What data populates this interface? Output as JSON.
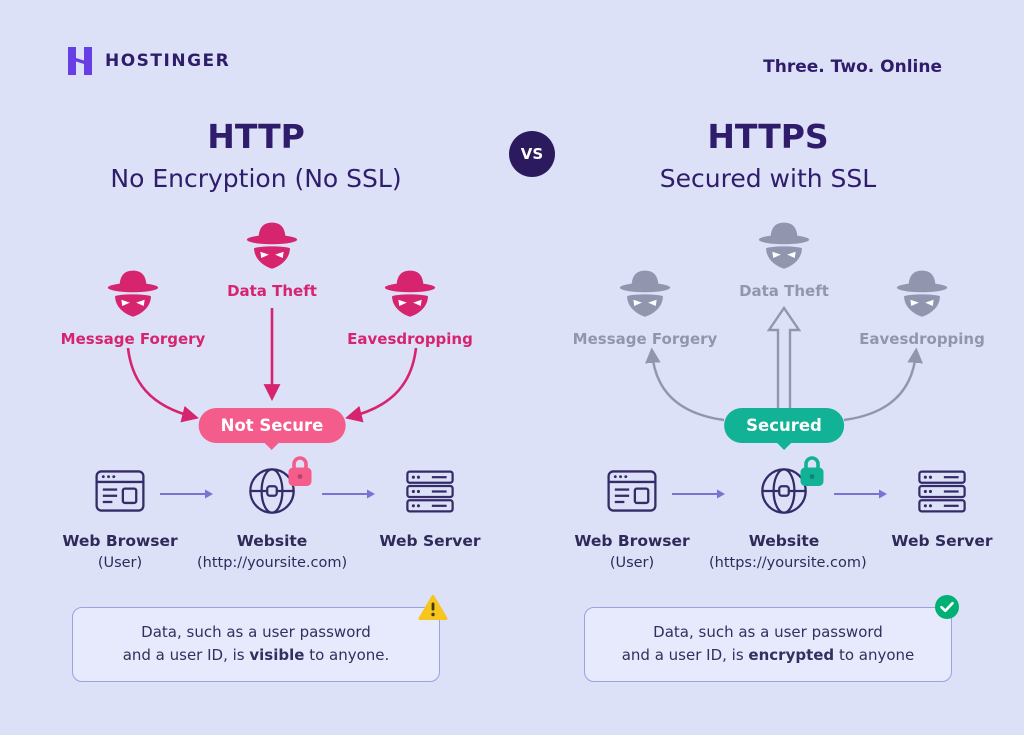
{
  "colors": {
    "bg": "#dce1f8",
    "ink": "#2f1c6a",
    "body": "#332f5e",
    "brand": "#673de6",
    "danger": "#d6246e",
    "danger-badge": "#f45c8c",
    "safe": "#12b296",
    "safe-check": "#00b074",
    "muted": "#9196ae",
    "device": "#352b68",
    "flow": "#7d71d1",
    "warning": "#f6c51e",
    "note-border": "#9aa3de",
    "note-bg": "#e7eafc"
  },
  "header": {
    "brand": "HOSTINGER",
    "tagline": "Three. Two. Online"
  },
  "vs": "VS",
  "icons": {
    "hostinger-logo": "stylized purple H",
    "hacker-icon": "hat with masked face",
    "browser-icon": "outlined browser window",
    "globe-icon": "outlined globe",
    "lock-icon": "filled padlock",
    "server-icon": "stacked server racks",
    "warning-icon": "yellow triangle with exclamation mark",
    "check-icon": "green circle with white checkmark"
  },
  "http": {
    "title": "HTTP",
    "subtitle": "No Encryption (No SSL)",
    "threats": [
      {
        "label": "Message Forgery"
      },
      {
        "label": "Data Theft"
      },
      {
        "label": "Eavesdropping"
      }
    ],
    "badge": "Not Secure",
    "nodes": [
      {
        "label": "Web Browser",
        "sublabel": "(User)"
      },
      {
        "label": "Website",
        "sublabel": "(http://yoursite.com)"
      },
      {
        "label": "Web Server",
        "sublabel": ""
      }
    ],
    "note": {
      "line1": "Data, such as a user password",
      "line2_prefix": "and a user ID, is ",
      "line2_bold": "visible",
      "line2_suffix": " to anyone."
    }
  },
  "https": {
    "title": "HTTPS",
    "subtitle": "Secured with SSL",
    "threats": [
      {
        "label": "Message Forgery"
      },
      {
        "label": "Data Theft"
      },
      {
        "label": "Eavesdropping"
      }
    ],
    "badge": "Secured",
    "nodes": [
      {
        "label": "Web Browser",
        "sublabel": "(User)"
      },
      {
        "label": "Website",
        "sublabel": "(https://yoursite.com)"
      },
      {
        "label": "Web Server",
        "sublabel": ""
      }
    ],
    "note": {
      "line1": "Data, such as a user password",
      "line2_prefix": "and a user ID, is ",
      "line2_bold": "encrypted",
      "line2_suffix": " to anyone"
    }
  }
}
